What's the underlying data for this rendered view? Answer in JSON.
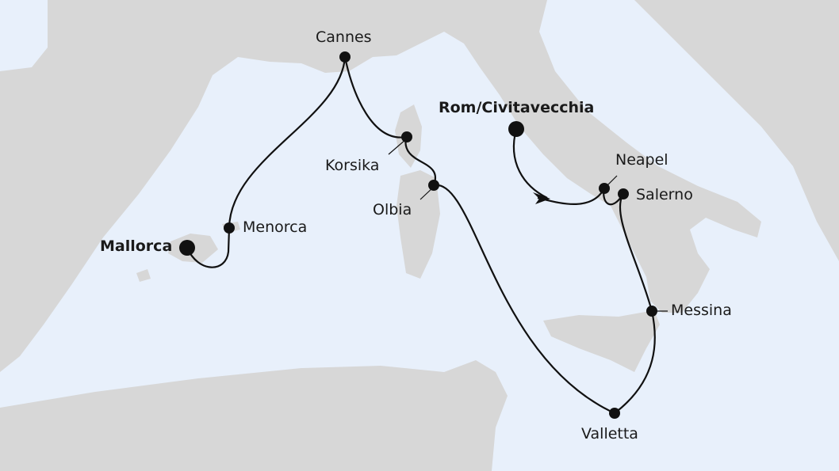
{
  "colors": {
    "sea": "#e8f0fb",
    "land": "#d7d7d7",
    "route": "#111111",
    "port": "#111111"
  },
  "ports": [
    {
      "name": "Mallorca",
      "emphasis": "bold"
    },
    {
      "name": "Menorca",
      "emphasis": "normal"
    },
    {
      "name": "Cannes",
      "emphasis": "normal"
    },
    {
      "name": "Korsika",
      "emphasis": "normal"
    },
    {
      "name": "Olbia",
      "emphasis": "normal"
    },
    {
      "name": "Rom/Civitavecchia",
      "emphasis": "bold"
    },
    {
      "name": "Neapel",
      "emphasis": "normal"
    },
    {
      "name": "Salerno",
      "emphasis": "normal"
    },
    {
      "name": "Messina",
      "emphasis": "normal"
    },
    {
      "name": "Valletta",
      "emphasis": "normal"
    }
  ]
}
